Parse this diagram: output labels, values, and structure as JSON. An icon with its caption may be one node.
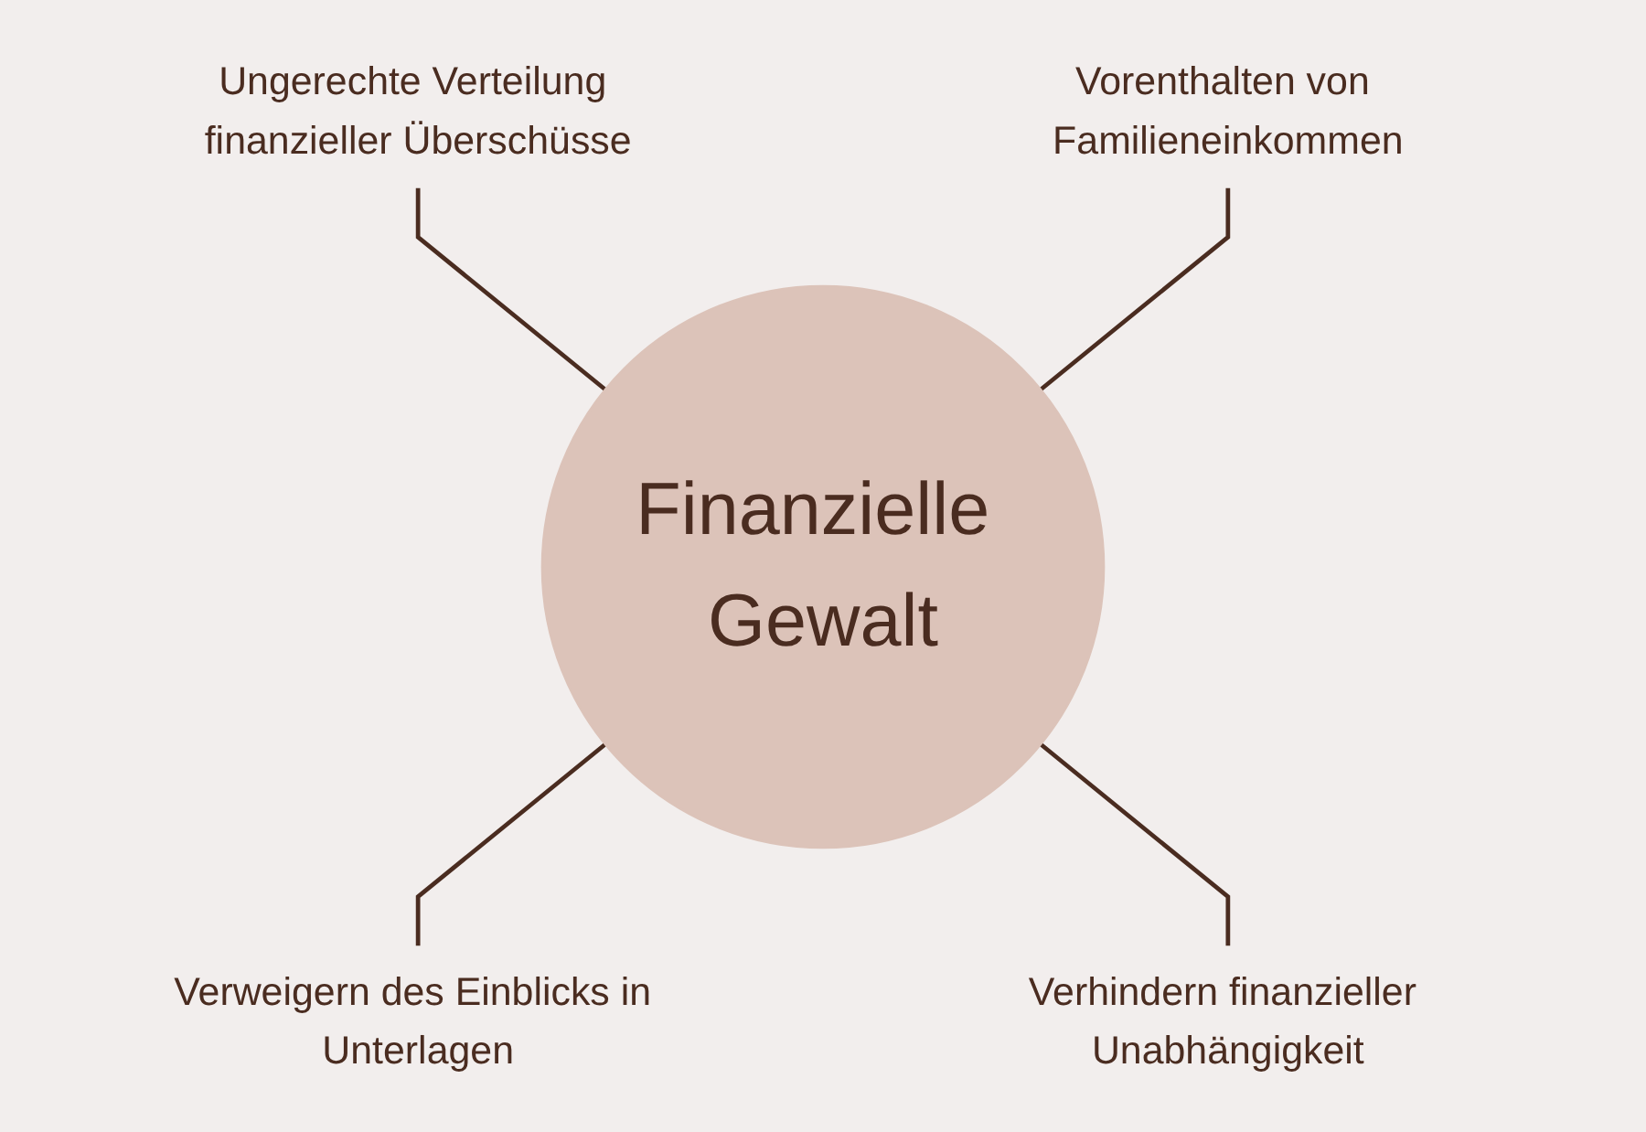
{
  "diagram": {
    "nodes": [
      {
        "text": [
          "Ungerechte Verteilung finanzieller Überschüsse"
        ]
      },
      {
        "text": [
          "Vorenthalten von Familieneinkommen"
        ]
      },
      {
        "text": [
          "Finanzielle Gewalt"
        ]
      },
      {
        "text": [
          "Verweigern des Einblicks in Unterlagen"
        ]
      },
      {
        "text": [
          "Verhindern finanzieller Unabhängigkeit"
        ]
      }
    ],
    "edges": [
      {
        "from": 0,
        "to": 2,
        "arrow": "none"
      },
      {
        "from": 1,
        "to": 2,
        "arrow": "none"
      },
      {
        "from": 2,
        "to": 3,
        "arrow": "none"
      },
      {
        "from": 2,
        "to": 4,
        "arrow": "none"
      }
    ]
  }
}
